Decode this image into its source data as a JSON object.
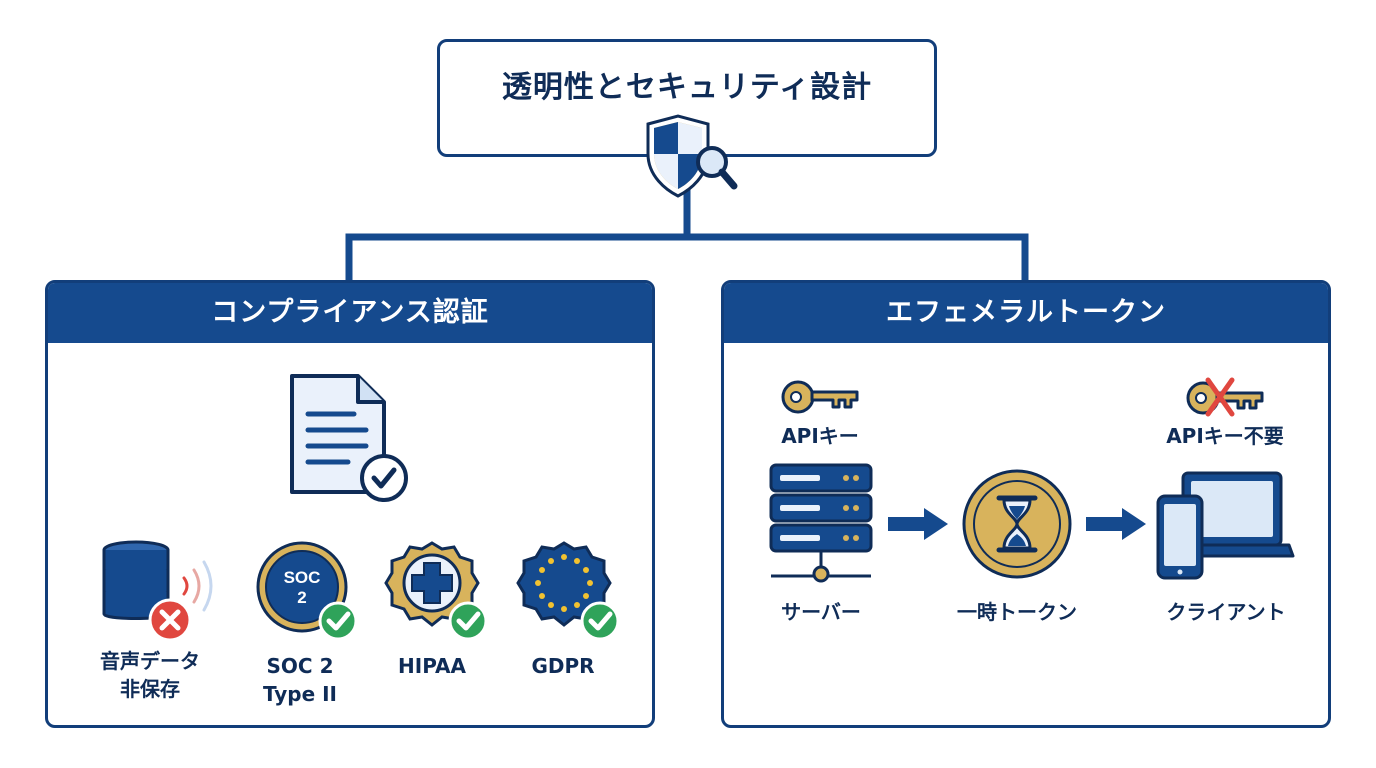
{
  "header": {
    "title": "透明性とセキュリティ設計"
  },
  "compliance": {
    "title": "コンプライアンス認証",
    "items": [
      {
        "line1": "音声データ",
        "line2": "非保存"
      },
      {
        "line1": "SOC 2",
        "line2": "Type II",
        "badge": "SOC 2"
      },
      {
        "line1": "HIPAA"
      },
      {
        "line1": "GDPR"
      }
    ]
  },
  "ephemeral": {
    "title": "エフェメラルトークン",
    "server_key_label": "APIキー",
    "client_key_label": "APIキー不要",
    "server_label": "サーバー",
    "token_label": "一時トークン",
    "client_label": "クライアント"
  },
  "colors": {
    "navy": "#154a8e",
    "dark_navy": "#0f2c57",
    "gold": "#d8b35c",
    "green": "#2fa35a",
    "red": "#e0473f"
  }
}
